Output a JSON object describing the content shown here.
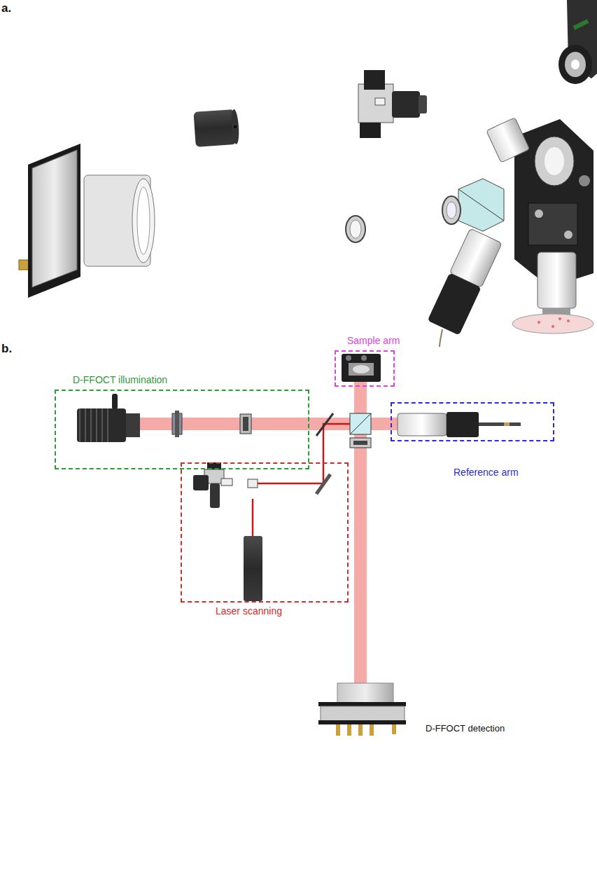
{
  "diagram": {
    "nodes": [
      {
        "text": [
          "D-FFOCT illumination"
        ]
      },
      {
        "text": [
          "Sample arm"
        ]
      },
      {
        "text": [
          "Reference arm"
        ]
      },
      {
        "text": [
          "Laser scanning"
        ]
      }
    ],
    "labels": [
      "a.",
      "b.",
      "D-FFOCT detection"
    ]
  }
}
